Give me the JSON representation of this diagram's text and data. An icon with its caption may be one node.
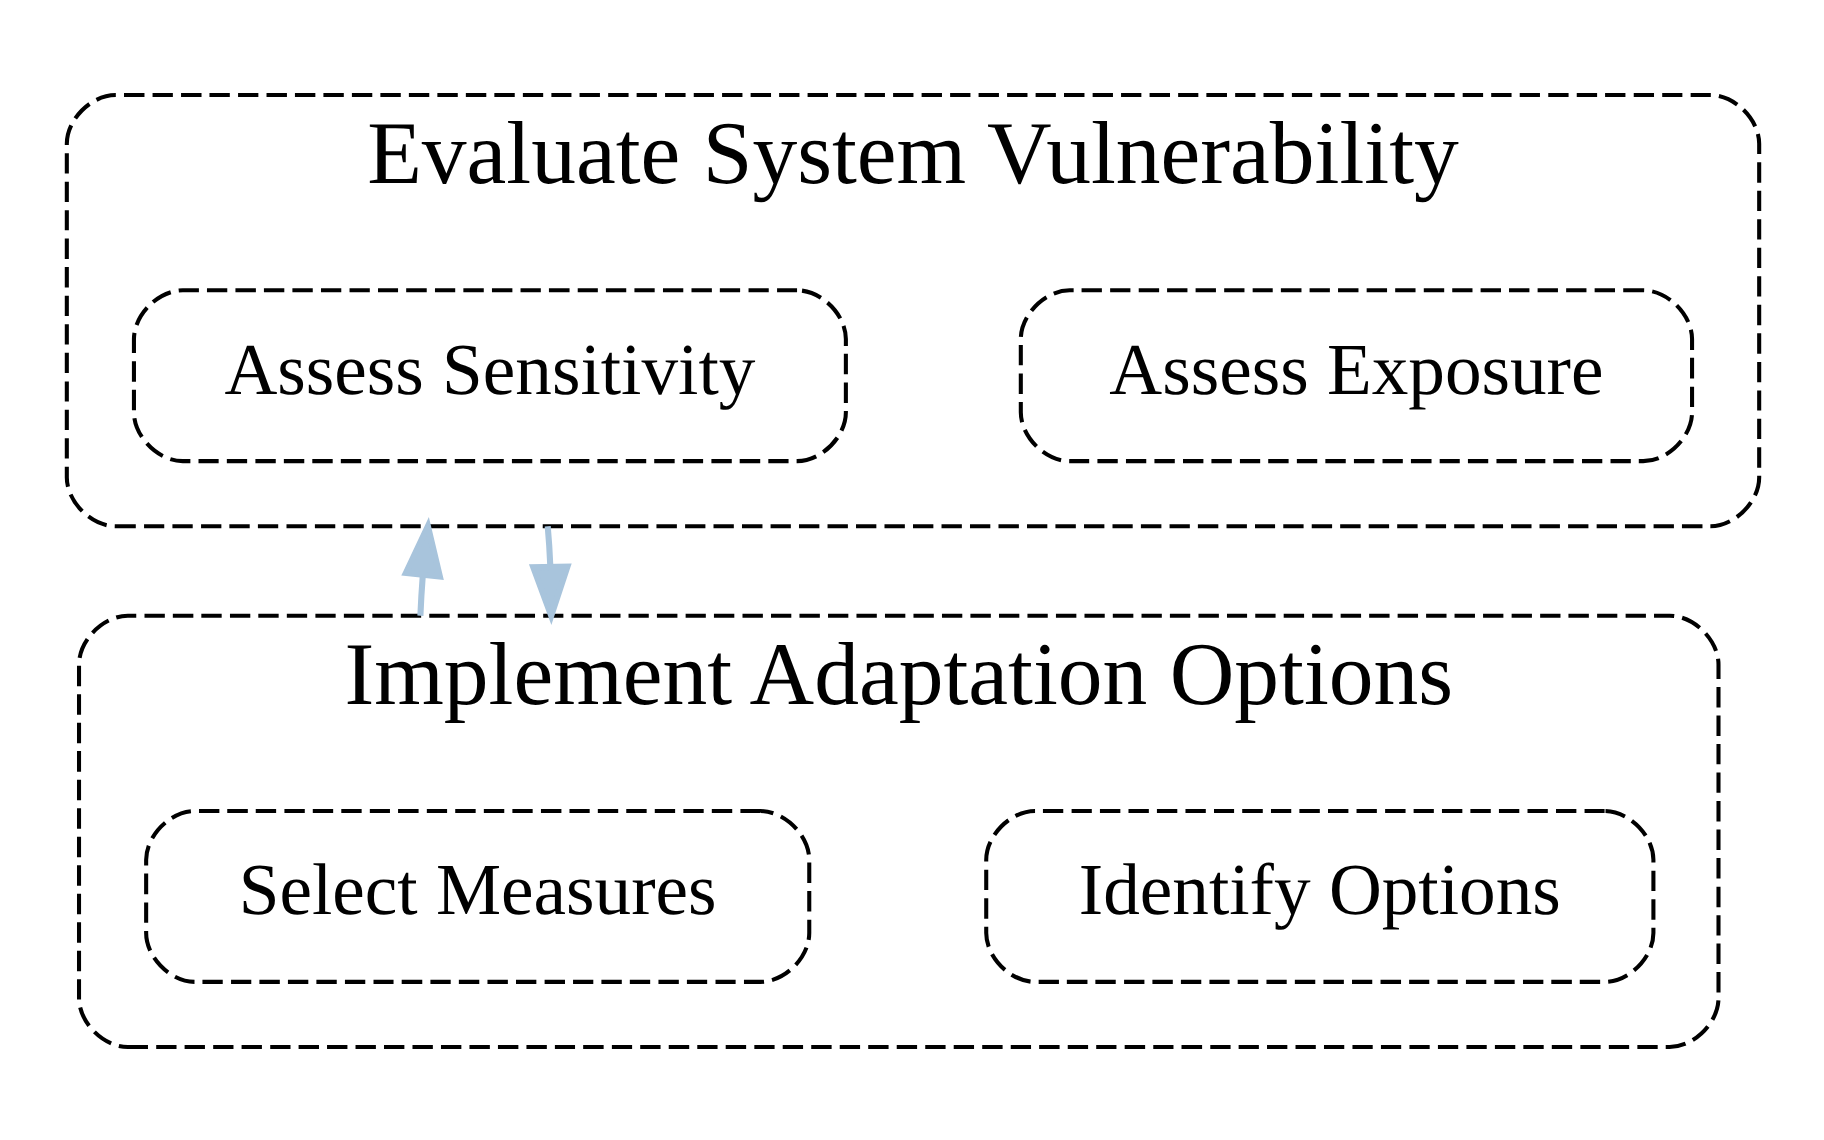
{
  "diagram": {
    "nodes": [
      {
        "text": [
          "Evaluate System Vulnerability"
        ]
      },
      {
        "text": [
          "Assess Exposure"
        ],
        "in": 0
      },
      {
        "text": [
          "Assess Sensitivity"
        ],
        "in": 0
      },
      {
        "text": [
          "Implement Adaptation Options"
        ]
      },
      {
        "text": [
          "Identify Options"
        ],
        "in": 3
      },
      {
        "text": [
          "Select Measures"
        ],
        "in": 3
      }
    ],
    "edges": [
      {
        "from": 0,
        "to": 3,
        "arrow": "to"
      },
      {
        "from": 3,
        "to": 0,
        "arrow": "to"
      }
    ]
  }
}
